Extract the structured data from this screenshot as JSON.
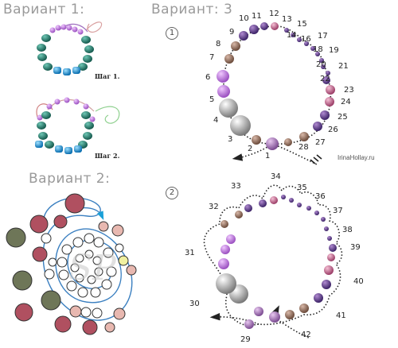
{
  "titles": {
    "variant1": "Вариант 1:",
    "variant2": "Вариант 2:",
    "variant3": "Вариант: 3"
  },
  "steps": {
    "step1": "Шаг 1.",
    "step2": "Шаг 2."
  },
  "diagrams": {
    "top_index": "1",
    "bottom_index": "2"
  },
  "watermark": "IrinaHollay.ru",
  "variant2_watermark": "SP",
  "top_bead_labels": [
    "1",
    "2",
    "3",
    "4",
    "5",
    "6",
    "7",
    "8",
    "9",
    "10",
    "11",
    "12",
    "13",
    "14",
    "15",
    "16",
    "17",
    "18",
    "19",
    "20",
    "21",
    "22",
    "23",
    "24",
    "25",
    "26",
    "27",
    "28"
  ],
  "bottom_bead_labels": [
    "29",
    "30",
    "31",
    "32",
    "33",
    "34",
    "35",
    "36",
    "37",
    "38",
    "39",
    "40",
    "41",
    "42"
  ],
  "colors": {
    "title_gray": "#9a9a9a",
    "purple_dark": "#4a2e7a",
    "purple_mid": "#8a5aa0",
    "rose": "#c07090",
    "brown": "#8a6a5a",
    "teal": "#1f6f60",
    "cyan": "#1aa0d8",
    "gray_big": "#9a9a9a",
    "lilac": "#b080d0"
  }
}
